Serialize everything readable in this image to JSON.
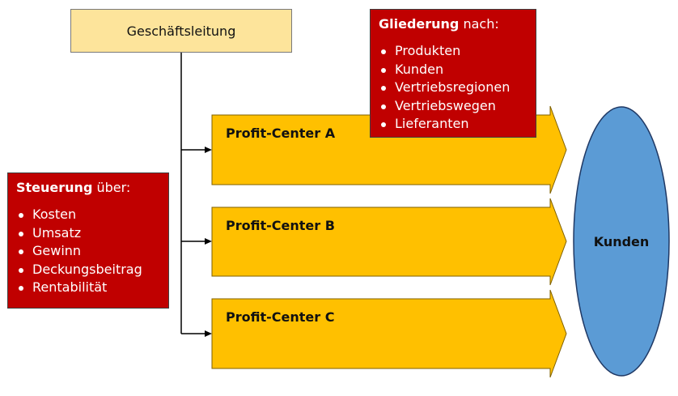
{
  "diagram": {
    "management": {
      "label": "Geschäftsleitung"
    },
    "steuerung": {
      "heading_bold": "Steuerung",
      "heading_rest": " über:",
      "items": [
        "Kosten",
        "Umsatz",
        "Gewinn",
        "Deckungsbeitrag",
        "Rentabilität"
      ]
    },
    "gliederung": {
      "heading_bold": "Gliederung",
      "heading_rest": " nach:",
      "items": [
        "Produkten",
        "Kunden",
        "Vertriebsregionen",
        "Vertriebswegen",
        "Lieferanten"
      ]
    },
    "profit_centers": [
      "Profit-Center A",
      "Profit-Center B",
      "Profit-Center C"
    ],
    "customers": {
      "label": "Kunden"
    },
    "colors": {
      "management_fill": "#fde49b",
      "red_box": "#c00000",
      "arrow_fill": "#ffc000",
      "customers_fill": "#5b9bd5",
      "connector": "#000000"
    }
  }
}
